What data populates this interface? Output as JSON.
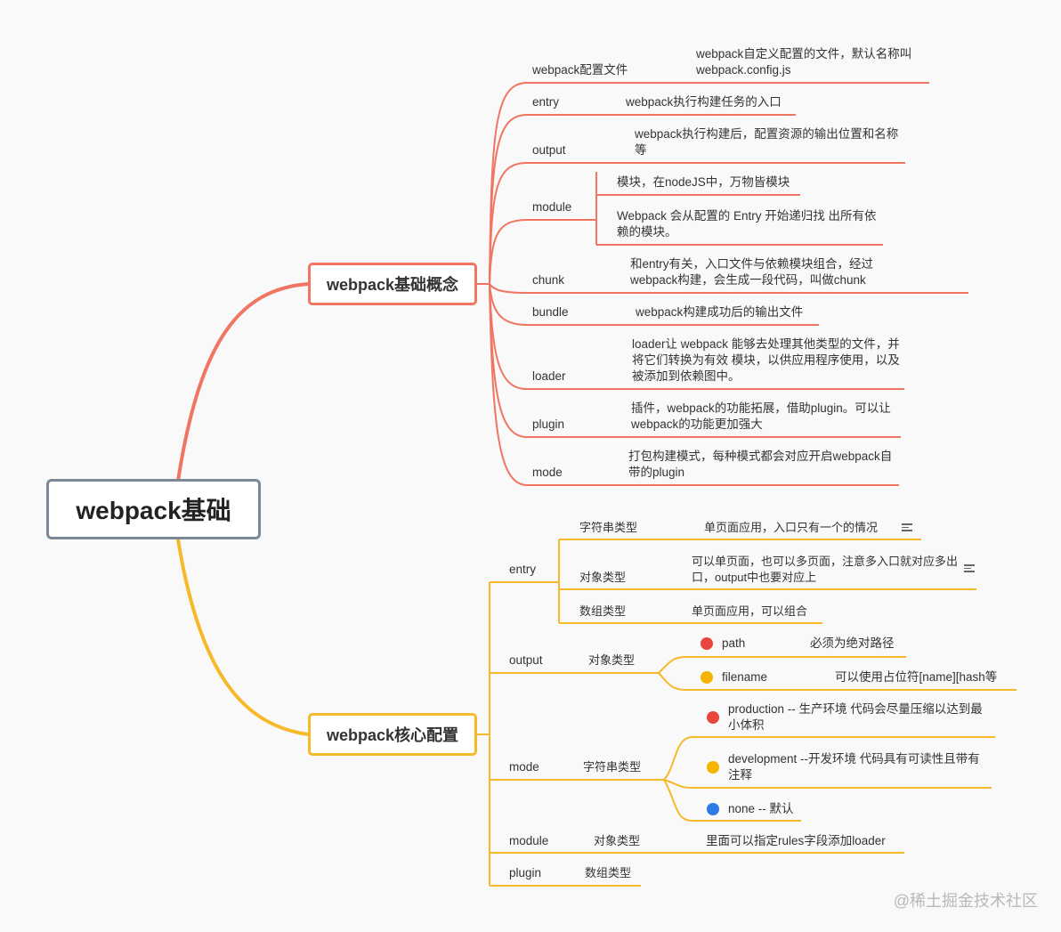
{
  "root": "webpack基础",
  "concepts": {
    "title": "webpack基础概念",
    "items": [
      {
        "label": "webpack配置文件",
        "desc": "webpack自定义配置的文件，默认名称叫webpack.config.js"
      },
      {
        "label": "entry",
        "desc": "webpack执行构建任务的入口"
      },
      {
        "label": "output",
        "desc": "webpack执行构建后，配置资源的输出位置和名称等"
      },
      {
        "label": "module",
        "desc1": "模块，在nodeJS中，万物皆模块",
        "desc2": "Webpack 会从配置的 Entry 开始递归找 出所有依赖的模块。"
      },
      {
        "label": "chunk",
        "desc": "和entry有关，入口文件与依赖模块组合，经过webpack构建，会生成一段代码，叫做chunk"
      },
      {
        "label": "bundle",
        "desc": "webpack构建成功后的输出文件"
      },
      {
        "label": "loader",
        "desc": "loader让 webpack 能够去处理其他类型的文件，并将它们转换为有效 模块，以供应用程序使用，以及被添加到依赖图中。"
      },
      {
        "label": "plugin",
        "desc": "插件，webpack的功能拓展，借助plugin。可以让webpack的功能更加强大"
      },
      {
        "label": "mode",
        "desc": "打包构建模式，每种模式都会对应开启webpack自带的plugin"
      }
    ]
  },
  "core": {
    "title": "webpack核心配置",
    "entry": {
      "label": "entry",
      "types": [
        {
          "type": "字符串类型",
          "desc": "单页面应用，入口只有一个的情况"
        },
        {
          "type": "对象类型",
          "desc": "可以单页面，也可以多页面，注意多入口就对应多出口，output中也要对应上"
        },
        {
          "type": "数组类型",
          "desc": "单页面应用，可以组合"
        }
      ]
    },
    "output": {
      "label": "output",
      "type": "对象类型",
      "props": [
        {
          "name": "path",
          "desc": "必须为绝对路径",
          "color": "#e8453c"
        },
        {
          "name": "filename",
          "desc": "可以使用占位符[name][hash等",
          "color": "#f5b400"
        }
      ]
    },
    "mode": {
      "label": "mode",
      "type": "字符串类型",
      "values": [
        {
          "text": "production  -- 生产环境 代码会尽量压缩以达到最小体积",
          "color": "#e8453c"
        },
        {
          "text": "development  --开发环境 代码具有可读性且带有注释",
          "color": "#f5b400"
        },
        {
          "text": "none -- 默认",
          "color": "#2f7ae5"
        }
      ]
    },
    "module": {
      "label": "module",
      "type": "对象类型",
      "desc": "里面可以指定rules字段添加loader"
    },
    "plugin": {
      "label": "plugin",
      "type": "数组类型"
    }
  },
  "watermark": "@稀土掘金技术社区",
  "colors": {
    "concept": "#f07562",
    "core": "#f5b92a",
    "root_border": "#7b8896"
  }
}
